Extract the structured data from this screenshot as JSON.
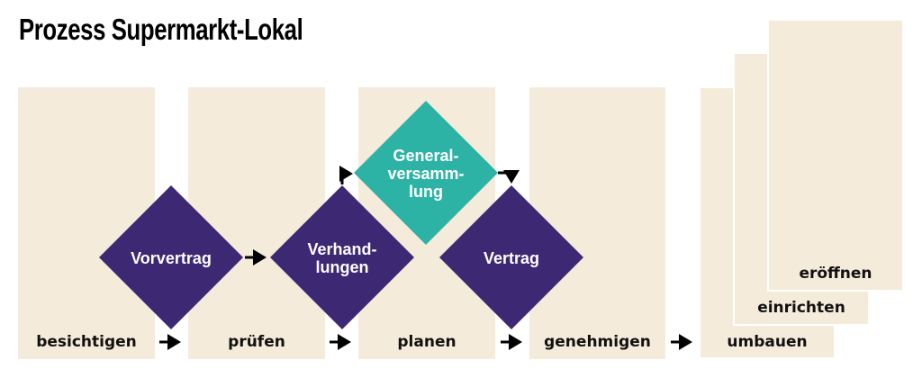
{
  "title": "Prozess Supermarkt-Lokal",
  "colors": {
    "column": "#f5ebdb",
    "diamond_primary": "#3d2874",
    "diamond_secondary": "#2db3a5",
    "arrow": "#000000"
  },
  "steps": [
    "besichtigen",
    "prüfen",
    "planen",
    "genehmigen",
    "umbauen",
    "einrichten",
    "eröffnen"
  ],
  "decisions": {
    "vorvertrag": "Vorvertrag",
    "verhandlungen": [
      "Verhand-",
      "lungen"
    ],
    "generalversammlung": [
      "General-",
      "versamm-",
      "lung"
    ],
    "vertrag": "Vertrag"
  }
}
